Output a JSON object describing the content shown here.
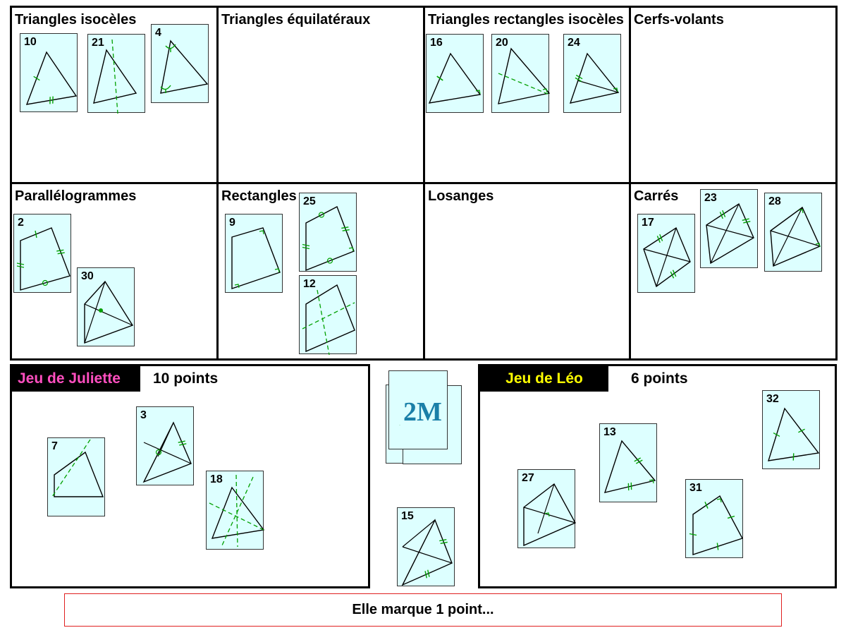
{
  "categories": [
    {
      "id": "isoceles",
      "title": "Triangles isocèles",
      "cards": [
        "10",
        "21",
        "4"
      ]
    },
    {
      "id": "equilateral",
      "title": "Triangles équilatéraux",
      "cards": []
    },
    {
      "id": "right-isoceles",
      "title": "Triangles rectangles isocèles",
      "cards": [
        "16",
        "20",
        "24"
      ]
    },
    {
      "id": "kites",
      "title": "Cerfs-volants",
      "cards": []
    },
    {
      "id": "parallelograms",
      "title": "Parallélogrammes",
      "cards": [
        "2",
        "30"
      ]
    },
    {
      "id": "rectangles",
      "title": "Rectangles",
      "cards": [
        "9",
        "25",
        "12"
      ]
    },
    {
      "id": "rhombuses",
      "title": "Losanges",
      "cards": []
    },
    {
      "id": "squares",
      "title": "Carrés",
      "cards": [
        "17",
        "23",
        "28"
      ]
    }
  ],
  "players": {
    "juliette": {
      "label": "Jeu de Juliette",
      "score": "10 points",
      "color": "#ff4fc0",
      "cards": [
        "7",
        "3",
        "18"
      ]
    },
    "leo": {
      "label": "Jeu de Léo",
      "score": "6 points",
      "color": "#ffff00",
      "cards": [
        "27",
        "13",
        "32",
        "31"
      ]
    }
  },
  "deck": {
    "logo": "2M",
    "drawn_card": "15"
  },
  "message": "Elle marque 1 point...",
  "colors": {
    "card_bg": "#ddffff",
    "mark": "#00a000",
    "message_border": "#e02020"
  }
}
